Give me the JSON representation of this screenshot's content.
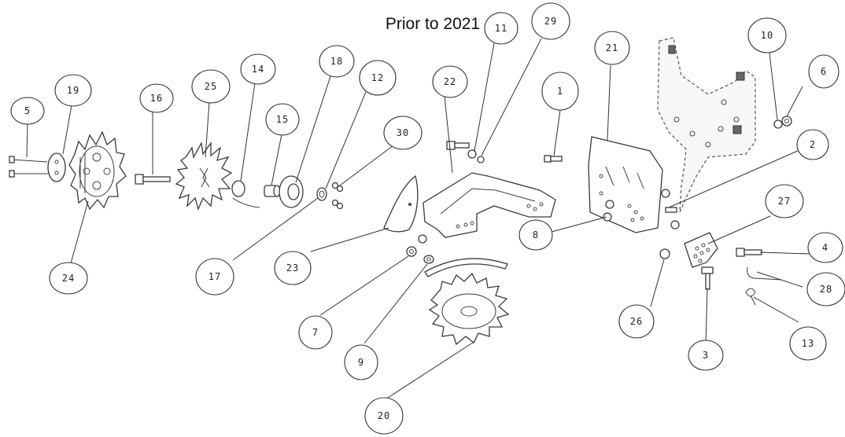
{
  "title": "Prior to 2021",
  "callouts": [
    {
      "id": "1",
      "label": "1"
    },
    {
      "id": "2",
      "label": "2"
    },
    {
      "id": "3",
      "label": "3"
    },
    {
      "id": "4",
      "label": "4"
    },
    {
      "id": "5",
      "label": "5"
    },
    {
      "id": "6",
      "label": "6"
    },
    {
      "id": "7",
      "label": "7"
    },
    {
      "id": "8",
      "label": "8"
    },
    {
      "id": "9",
      "label": "9"
    },
    {
      "id": "10",
      "label": "10"
    },
    {
      "id": "11",
      "label": "11"
    },
    {
      "id": "12",
      "label": "12"
    },
    {
      "id": "13",
      "label": "13"
    },
    {
      "id": "14",
      "label": "14"
    },
    {
      "id": "15",
      "label": "15"
    },
    {
      "id": "16",
      "label": "16"
    },
    {
      "id": "17",
      "label": "17"
    },
    {
      "id": "18",
      "label": "18"
    },
    {
      "id": "19",
      "label": "19"
    },
    {
      "id": "20",
      "label": "20"
    },
    {
      "id": "21",
      "label": "21"
    },
    {
      "id": "22",
      "label": "22"
    },
    {
      "id": "23",
      "label": "23"
    },
    {
      "id": "24",
      "label": "24"
    },
    {
      "id": "25",
      "label": "25"
    },
    {
      "id": "26",
      "label": "26"
    },
    {
      "id": "27",
      "label": "27"
    },
    {
      "id": "28",
      "label": "28"
    },
    {
      "id": "29",
      "label": "29"
    },
    {
      "id": "30",
      "label": "30"
    }
  ]
}
